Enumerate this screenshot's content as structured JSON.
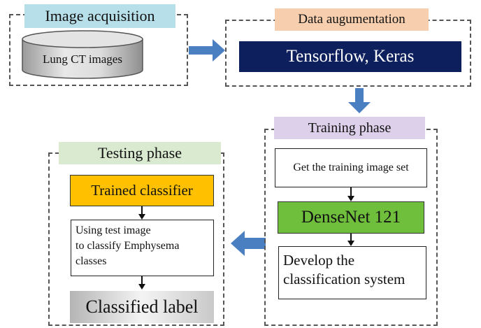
{
  "image_acquisition": {
    "title": "Image acquisition",
    "database_label": "Lung CT images"
  },
  "data_augmentation": {
    "title": "Data augumentation",
    "framework_label": "Tensorflow, Keras"
  },
  "training_phase": {
    "title": "Training phase",
    "step1": "Get the training image set",
    "step2": "DenseNet 121",
    "step3_line1": "Develop the",
    "step3_line2": "classification system"
  },
  "testing_phase": {
    "title": "Testing phase",
    "step1": "Trained classifier",
    "step2_line1": "Using test image",
    "step2_line2": "to classify Emphysema",
    "step2_line3": "classes",
    "step3": "Classified label"
  },
  "colors": {
    "acquisition_tab": "#b7dfe9",
    "augmentation_tab": "#f7cfae",
    "training_tab": "#ddd0ea",
    "testing_tab": "#d9ead0",
    "framework_box": "#0d1f5c",
    "classifier_box": "#ffc000",
    "densenet_box": "#6fbf3c",
    "arrow_blue": "#4a7fc1"
  }
}
